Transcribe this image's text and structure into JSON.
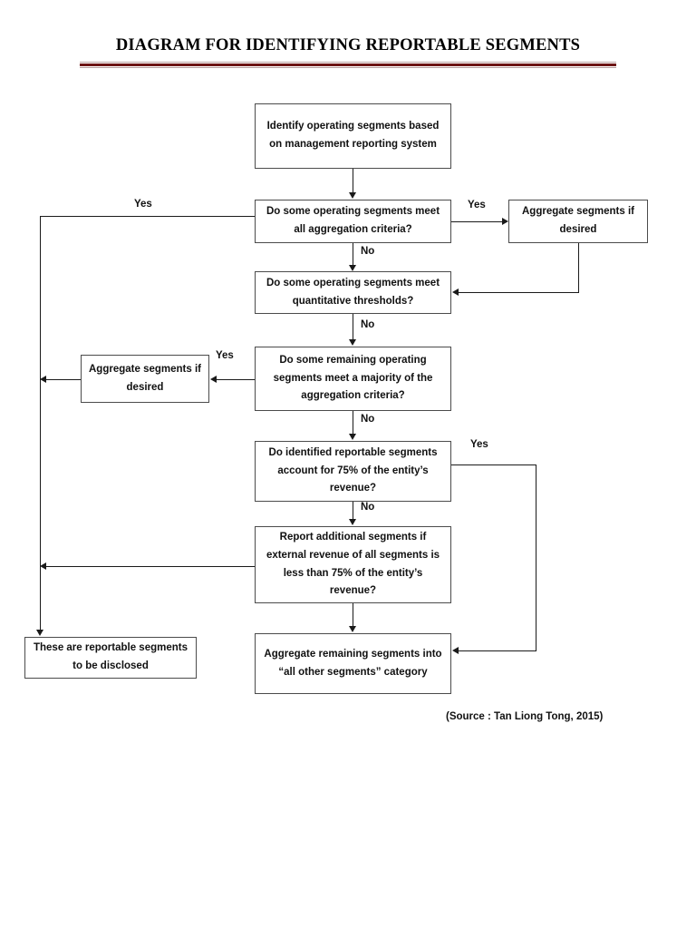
{
  "document": {
    "title": "DIAGRAM FOR IDENTIFYING REPORTABLE SEGMENTS",
    "source_note": "(Source : Tan Liong Tong, 2015)"
  },
  "nodes": {
    "identify_operating_segments": "Identify operating segments based on management reporting system",
    "meet_all_aggregation_criteria": "Do some operating segments meet all aggregation criteria?",
    "aggregate_segments_top": "Aggregate segments if desired",
    "meet_quantitative_thresholds": "Do some operating segments meet quantitative thresholds?",
    "meet_majority_aggregation_criteria": "Do some remaining operating segments meet a majority of the aggregation criteria?",
    "aggregate_segments_left": "Aggregate segments if desired",
    "account_for_75_percent": "Do identified reportable segments account for 75% of the entity’s revenue?",
    "report_additional_segments": "Report additional segments if external revenue of all segments is less than 75% of the entity’s revenue?",
    "aggregate_remaining_segments": "Aggregate remaining segments into “all other segments” category",
    "these_are_reportable": "These are reportable segments to be disclosed"
  },
  "edge_labels": {
    "yes_q1_left": "Yes",
    "yes_q1_right": "Yes",
    "no_q1": "No",
    "no_q2": "No",
    "yes_q3_left": "Yes",
    "no_q3": "No",
    "yes_q4_right": "Yes",
    "no_q4": "No"
  },
  "colors": {
    "title_rule_dark": "#6d1414",
    "title_rule_light": "#b9a0a0",
    "box_border": "#4b4b4b",
    "connector": "#1a1a1a",
    "text": "#111111",
    "background": "#ffffff"
  }
}
